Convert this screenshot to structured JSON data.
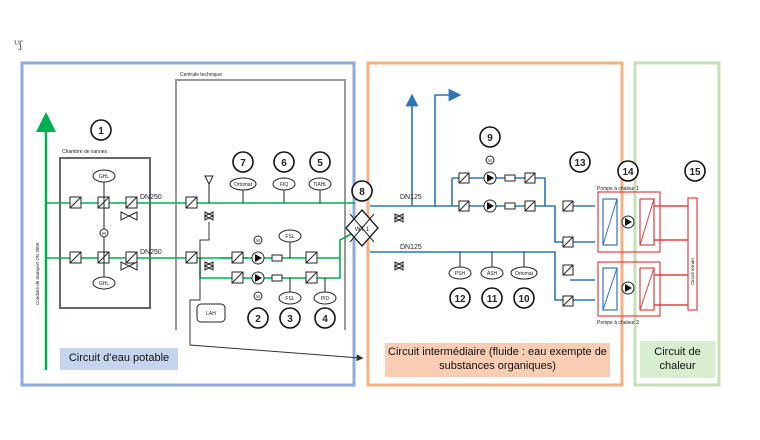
{
  "signature": "ᵁʃ",
  "zones": {
    "potable": "Circuit d’eau potable",
    "intermediate": "Circuit intermédiaire (fluide : eau exempte de substances organiques)",
    "heat": "Circuit de chaleur"
  },
  "labels": {
    "centrale": "Centrale technique",
    "chambre": "Chambre de vannes",
    "conduite": "Conduite de transport DN 3000",
    "dn250_top": "DN250",
    "dn250_bottom": "DN250",
    "dn125_top": "DN125",
    "dn125_bottom": "DN125",
    "wt": "WT 1",
    "pac1": "Pompe à chaleur 1",
    "pac2": "Pompe à chaleur 2",
    "circuit_terrain": "Circuit terrain"
  },
  "instruments": {
    "ghl_top": "GHL",
    "ghl_bottom": "GHL",
    "ortomat_left": "Ortomat",
    "fiq": "FIQ",
    "tiahl": "TIAHL",
    "fsl_top": "FSL",
    "fsl_bottom": "FSL",
    "pid": "PID",
    "lah": "LAH",
    "psh": "PSH",
    "ash": "ASH",
    "ortomat_right": "Ortomat",
    "m": "M"
  },
  "numbers": {
    "n1": "1",
    "n2": "2",
    "n3": "3",
    "n4": "4",
    "n5": "5",
    "n6": "6",
    "n7": "7",
    "n8": "8",
    "n9": "9",
    "n10": "10",
    "n11": "11",
    "n12": "12",
    "n13": "13",
    "n14": "14",
    "n15": "15"
  },
  "colors": {
    "blue_zone": "#8faadc",
    "orange_zone": "#f4b183",
    "green_zone": "#c5e0b4",
    "green_pipe": "#00b050",
    "blue_pipe": "#2e75b6",
    "red_pipe": "#e04040"
  }
}
